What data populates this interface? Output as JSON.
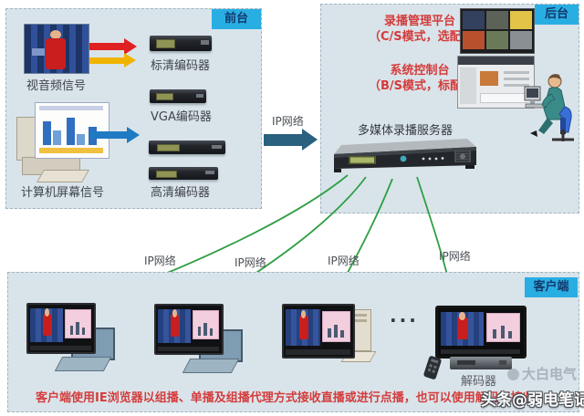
{
  "front_box": {
    "label": "前台",
    "video_signal_label": "视音频信号",
    "computer_signal_label": "计算机屏幕信号",
    "encoder_sd_label": "标清编码器",
    "encoder_vga_label": "VGA编码器",
    "encoder_hd_label": "高清编码器"
  },
  "network": {
    "uplink_label": "IP网络",
    "client_link_labels": [
      "IP网络",
      "IP网络",
      "IP网络",
      "IP网络"
    ]
  },
  "back_box": {
    "label": "后台",
    "mgmt_platform_line1": "录播管理平台",
    "mgmt_platform_line2": "（C/S模式，选配）",
    "console_line1": "系统控制台",
    "console_line2": "（B/S模式，标配）",
    "server_label": "多媒体录播服务器"
  },
  "client_box": {
    "label": "客户端",
    "ellipsis": "···",
    "decoder_label": "解码器",
    "note": "客户端使用IE浏览器以组播、单播及组播代理方式接收直播或进行点播，也可以使用解码器接收。"
  },
  "watermark": {
    "main": "头条@弱电笔记",
    "faint": "大白电气"
  },
  "colors": {
    "zone_bg": "#d9e4ea",
    "zone_label_bg": "#29aee3",
    "red_text": "#d43c3c",
    "green_arrow": "#2f9e44",
    "net_arrow": "#2a617f"
  }
}
